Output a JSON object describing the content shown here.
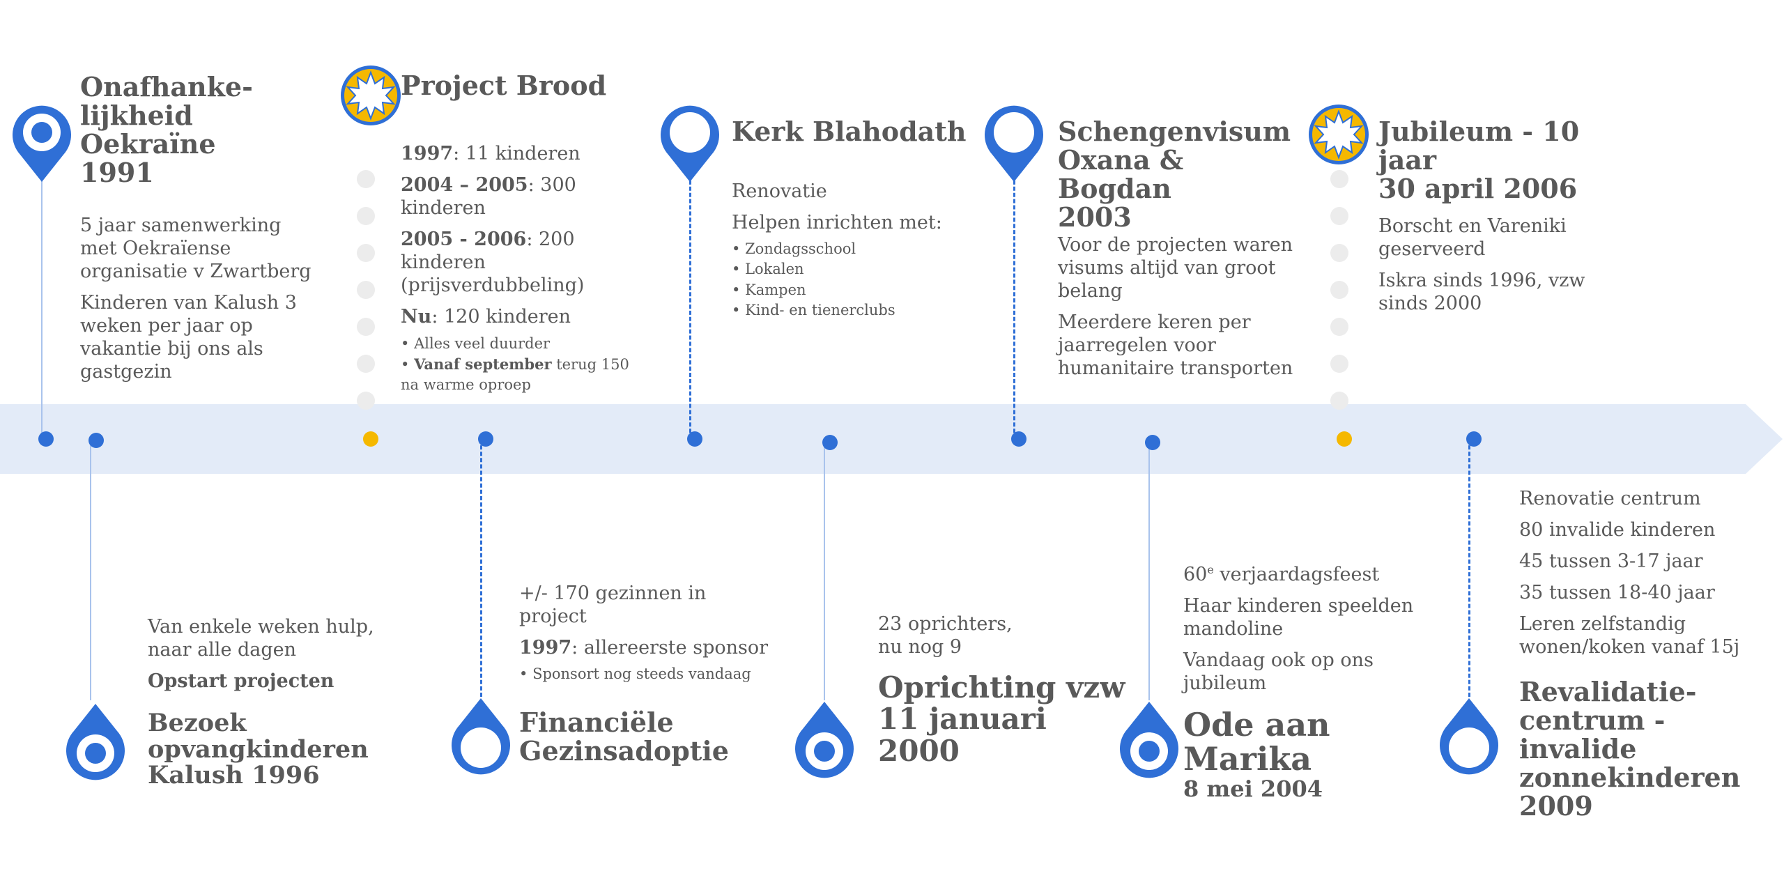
{
  "colors": {
    "accent": "#2f6fd6",
    "band": "#e3ebf8",
    "gold": "#f5b800",
    "text": "#595959"
  },
  "icons": {
    "pin": "map-pin-icon",
    "badge": "sun-badge-icon"
  },
  "top": [
    {
      "title": [
        "Onafhanke-",
        "lijkheid",
        "Oekraïne",
        "1991"
      ],
      "paras": [
        "5 jaar samenwerking met Oekraïense organisatie v Zwartberg",
        "Kinderen van Kalush 3 weken per jaar op vakantie bij ons als gastgezin"
      ]
    },
    {
      "title": "Project Brood",
      "lines": [
        {
          "b": "1997",
          "t": ": 11 kinderen"
        },
        {
          "b": "2004 – 2005",
          "t": ": 300 kinderen"
        },
        {
          "b": "2005 - 2006",
          "t": ": 200 kinderen (prijsverdubbeling)"
        },
        {
          "b": "Nu",
          "t": ": 120 kinderen"
        }
      ],
      "bullets": [
        {
          "b": "",
          "t": "Alles veel duurder"
        },
        {
          "b": "Vanaf september",
          "t": " terug 150 na warme oproep"
        }
      ]
    },
    {
      "title": "Kerk Blahodath",
      "paras": [
        "Renovatie",
        "Helpen inrichten met:"
      ],
      "bullets": [
        "Zondagsschool",
        "Lokalen",
        "Kampen",
        "Kind- en tienerclubs"
      ]
    },
    {
      "title": [
        "Schengenvisum",
        "Oxana &",
        "Bogdan",
        "2003"
      ],
      "paras": [
        "Voor de projecten waren visums altijd van groot belang",
        "Meerdere keren per jaarregelen  voor humanitaire transporten"
      ]
    },
    {
      "title": [
        "Jubileum - 10",
        "jaar",
        "30 april 2006"
      ],
      "paras": [
        "Borscht en Vareniki geserveerd",
        "Iskra sinds 1996, vzw sinds 2000"
      ]
    }
  ],
  "bottom": [
    {
      "paras": [
        "Van enkele weken hulp, naar alle dagen"
      ],
      "bold": "Opstart projecten",
      "title": [
        "Bezoek",
        "opvangkinderen",
        "Kalush 1996"
      ]
    },
    {
      "paras": [
        "+/- 170 gezinnen in project"
      ],
      "line": {
        "b": "1997",
        "t": ": allereerste sponsor"
      },
      "bullets": [
        "Sponsort nog steeds vandaag"
      ],
      "title": [
        "Financiële",
        "Gezinsadoptie"
      ]
    },
    {
      "paras": [
        "23 oprichters, nu nog 9"
      ],
      "title": [
        "Oprichting vzw",
        "11 januari",
        "2000"
      ]
    },
    {
      "line_pre": "60",
      "line_sup": "e",
      "line_post": " verjaardagsfeest",
      "paras": [
        "Haar kinderen speelden mandoline",
        "Vandaag ook op ons jubileum"
      ],
      "title": [
        "Ode aan",
        "Marika"
      ],
      "subtitle": "8 mei 2004"
    },
    {
      "paras": [
        "Renovatie centrum",
        "80 invalide kinderen",
        "45 tussen 3-17 jaar",
        "35 tussen 18-40 jaar",
        "Leren zelfstandig wonen/koken vanaf 15j"
      ],
      "title": [
        "Revalidatie-",
        "centrum -",
        "invalide",
        "zonnekinderen",
        "2009"
      ]
    }
  ]
}
